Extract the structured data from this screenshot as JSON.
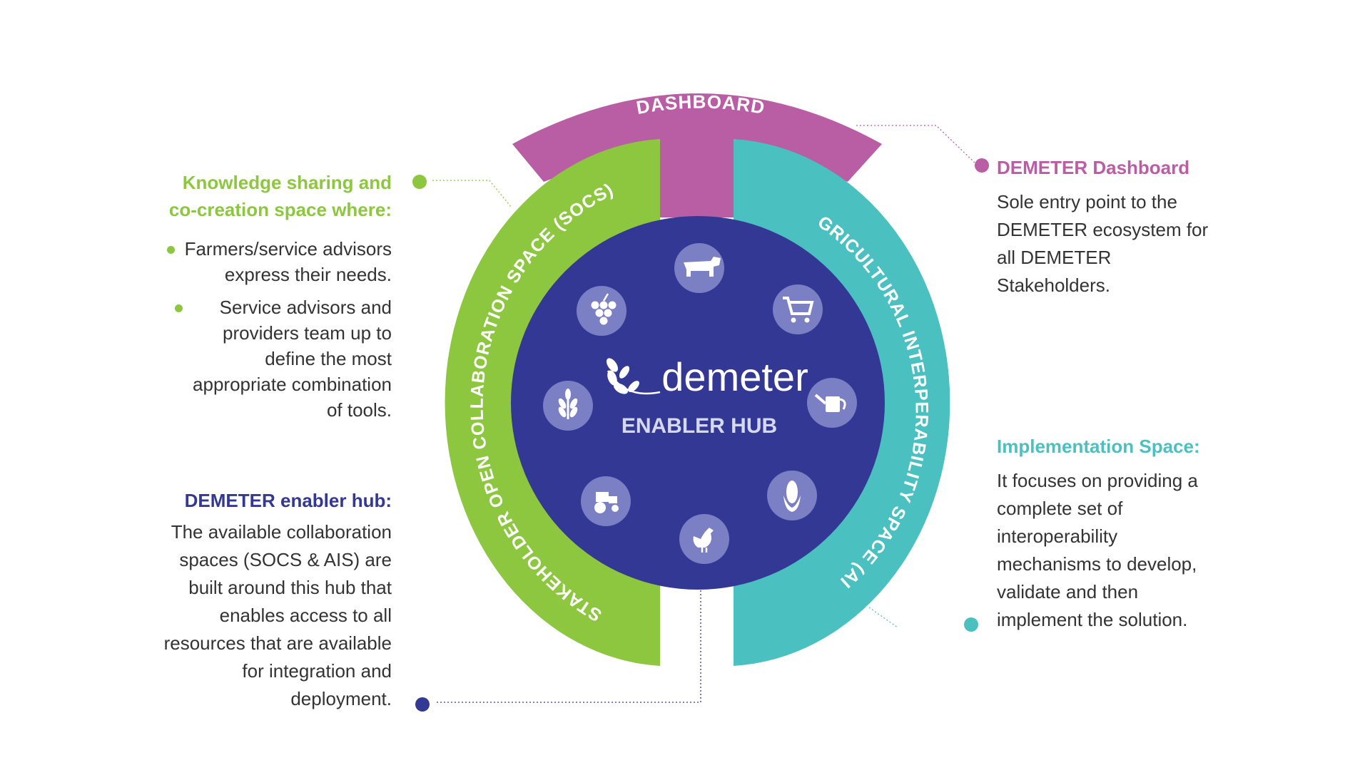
{
  "colors": {
    "dashboard": "#b95ea4",
    "socs": "#8dc63f",
    "ais": "#4bc0c0",
    "hub": "#333895",
    "hub_text": "#d5d8ef",
    "text": "#333333",
    "icon_circle": "#7b7fc4"
  },
  "ring": {
    "dashboard_label": "DASHBOARD",
    "socs_label": "STAKEHOLDER OPEN COLLABORATION SPACE (SOCS)",
    "ais_label": "AGRICULTURAL INTERPERABILITY SPACE (AIS)"
  },
  "hub": {
    "logo_text": "demeter",
    "subtitle": "ENABLER HUB",
    "icons": [
      "cow-icon",
      "shopping-cart-icon",
      "watering-can-icon",
      "corn-icon",
      "chicken-icon",
      "tractor-icon",
      "wheat-icon",
      "grapes-icon"
    ]
  },
  "knowledge": {
    "title_line1": "Knowledge sharing and",
    "title_line2": "co-creation space where:",
    "bullet1_lines": [
      "Farmers/service advisors",
      "express their needs."
    ],
    "bullet2_lines": [
      "Service advisors and",
      "providers team up to",
      "define the most",
      "appropriate combination",
      "of tools."
    ]
  },
  "enabler": {
    "title": "DEMETER enabler hub:",
    "lines": [
      "The available collaboration",
      "spaces (SOCS & AIS) are",
      "built around this hub that",
      "enables access to all",
      "resources that are available",
      "for integration and",
      "deployment."
    ]
  },
  "dashboard_info": {
    "title": "DEMETER Dashboard",
    "lines": [
      "Sole entry point to the",
      "DEMETER ecosystem for",
      "all DEMETER",
      "Stakeholders."
    ]
  },
  "implementation": {
    "title": "Implementation Space:",
    "lines": [
      "It focuses on providing a",
      "complete set of",
      "interoperability",
      "mechanisms to develop,",
      "validate and then",
      "implement the solution."
    ]
  }
}
